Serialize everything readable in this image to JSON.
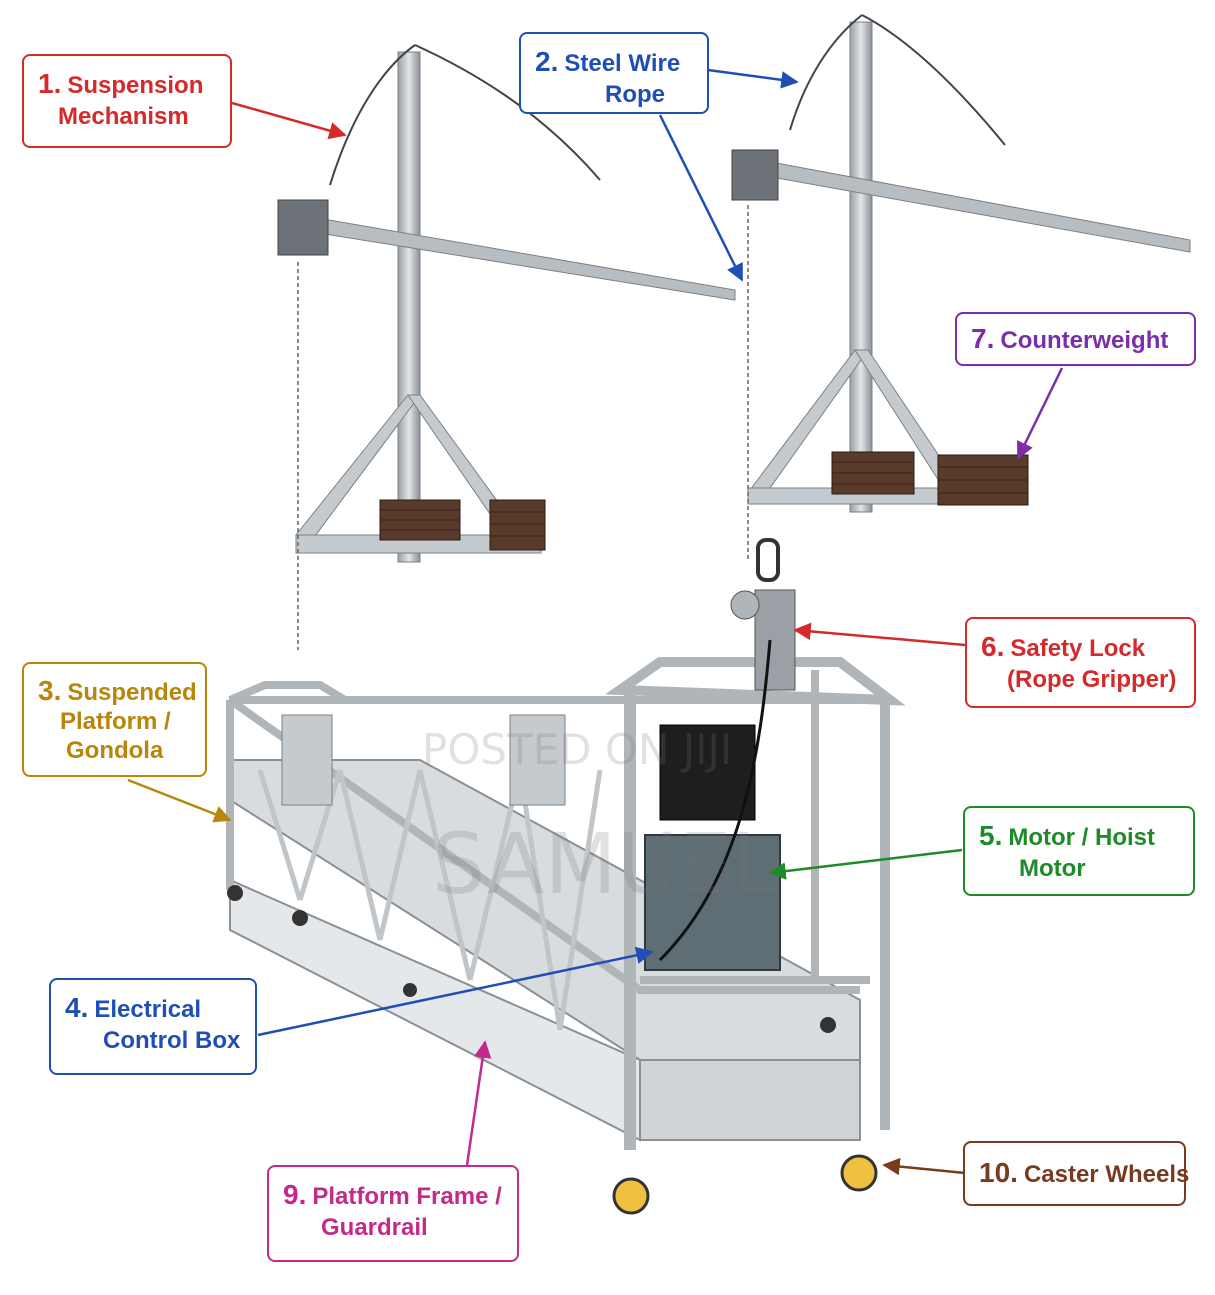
{
  "labels": [
    {
      "id": "suspension",
      "num": "1.",
      "lines": [
        "Suspension",
        "Mechanism"
      ],
      "color": "#d42a2a"
    },
    {
      "id": "rope",
      "num": "2.",
      "lines": [
        "Steel Wire",
        "Rope"
      ],
      "color": "#1f4fb5"
    },
    {
      "id": "platform",
      "num": "3.",
      "lines": [
        "Suspended",
        "Platform /",
        "Gondola"
      ],
      "color": "#b8860b"
    },
    {
      "id": "control",
      "num": "4.",
      "lines": [
        "Electrical",
        "Control Box"
      ],
      "color": "#1f4fb5"
    },
    {
      "id": "motor",
      "num": "5.",
      "lines": [
        "Motor / Hoist",
        "Motor"
      ],
      "color": "#1e8a2a"
    },
    {
      "id": "lock",
      "num": "6.",
      "lines": [
        "Safety Lock",
        "(Rope Gripper)"
      ],
      "color": "#d42a2a"
    },
    {
      "id": "counterweight",
      "num": "7.",
      "lines": [
        "Counterweight"
      ],
      "color": "#7a2fa8"
    },
    {
      "id": "frame",
      "num": "9.",
      "lines": [
        "Platform Frame /",
        "Guardrail"
      ],
      "color": "#c42a8c"
    },
    {
      "id": "wheels",
      "num": "10.",
      "lines": [
        "Caster Wheels"
      ],
      "color": "#7a3a1e"
    }
  ],
  "watermark": {
    "line1": "POSTED ON JIJI",
    "line2": "SAMUEL"
  }
}
